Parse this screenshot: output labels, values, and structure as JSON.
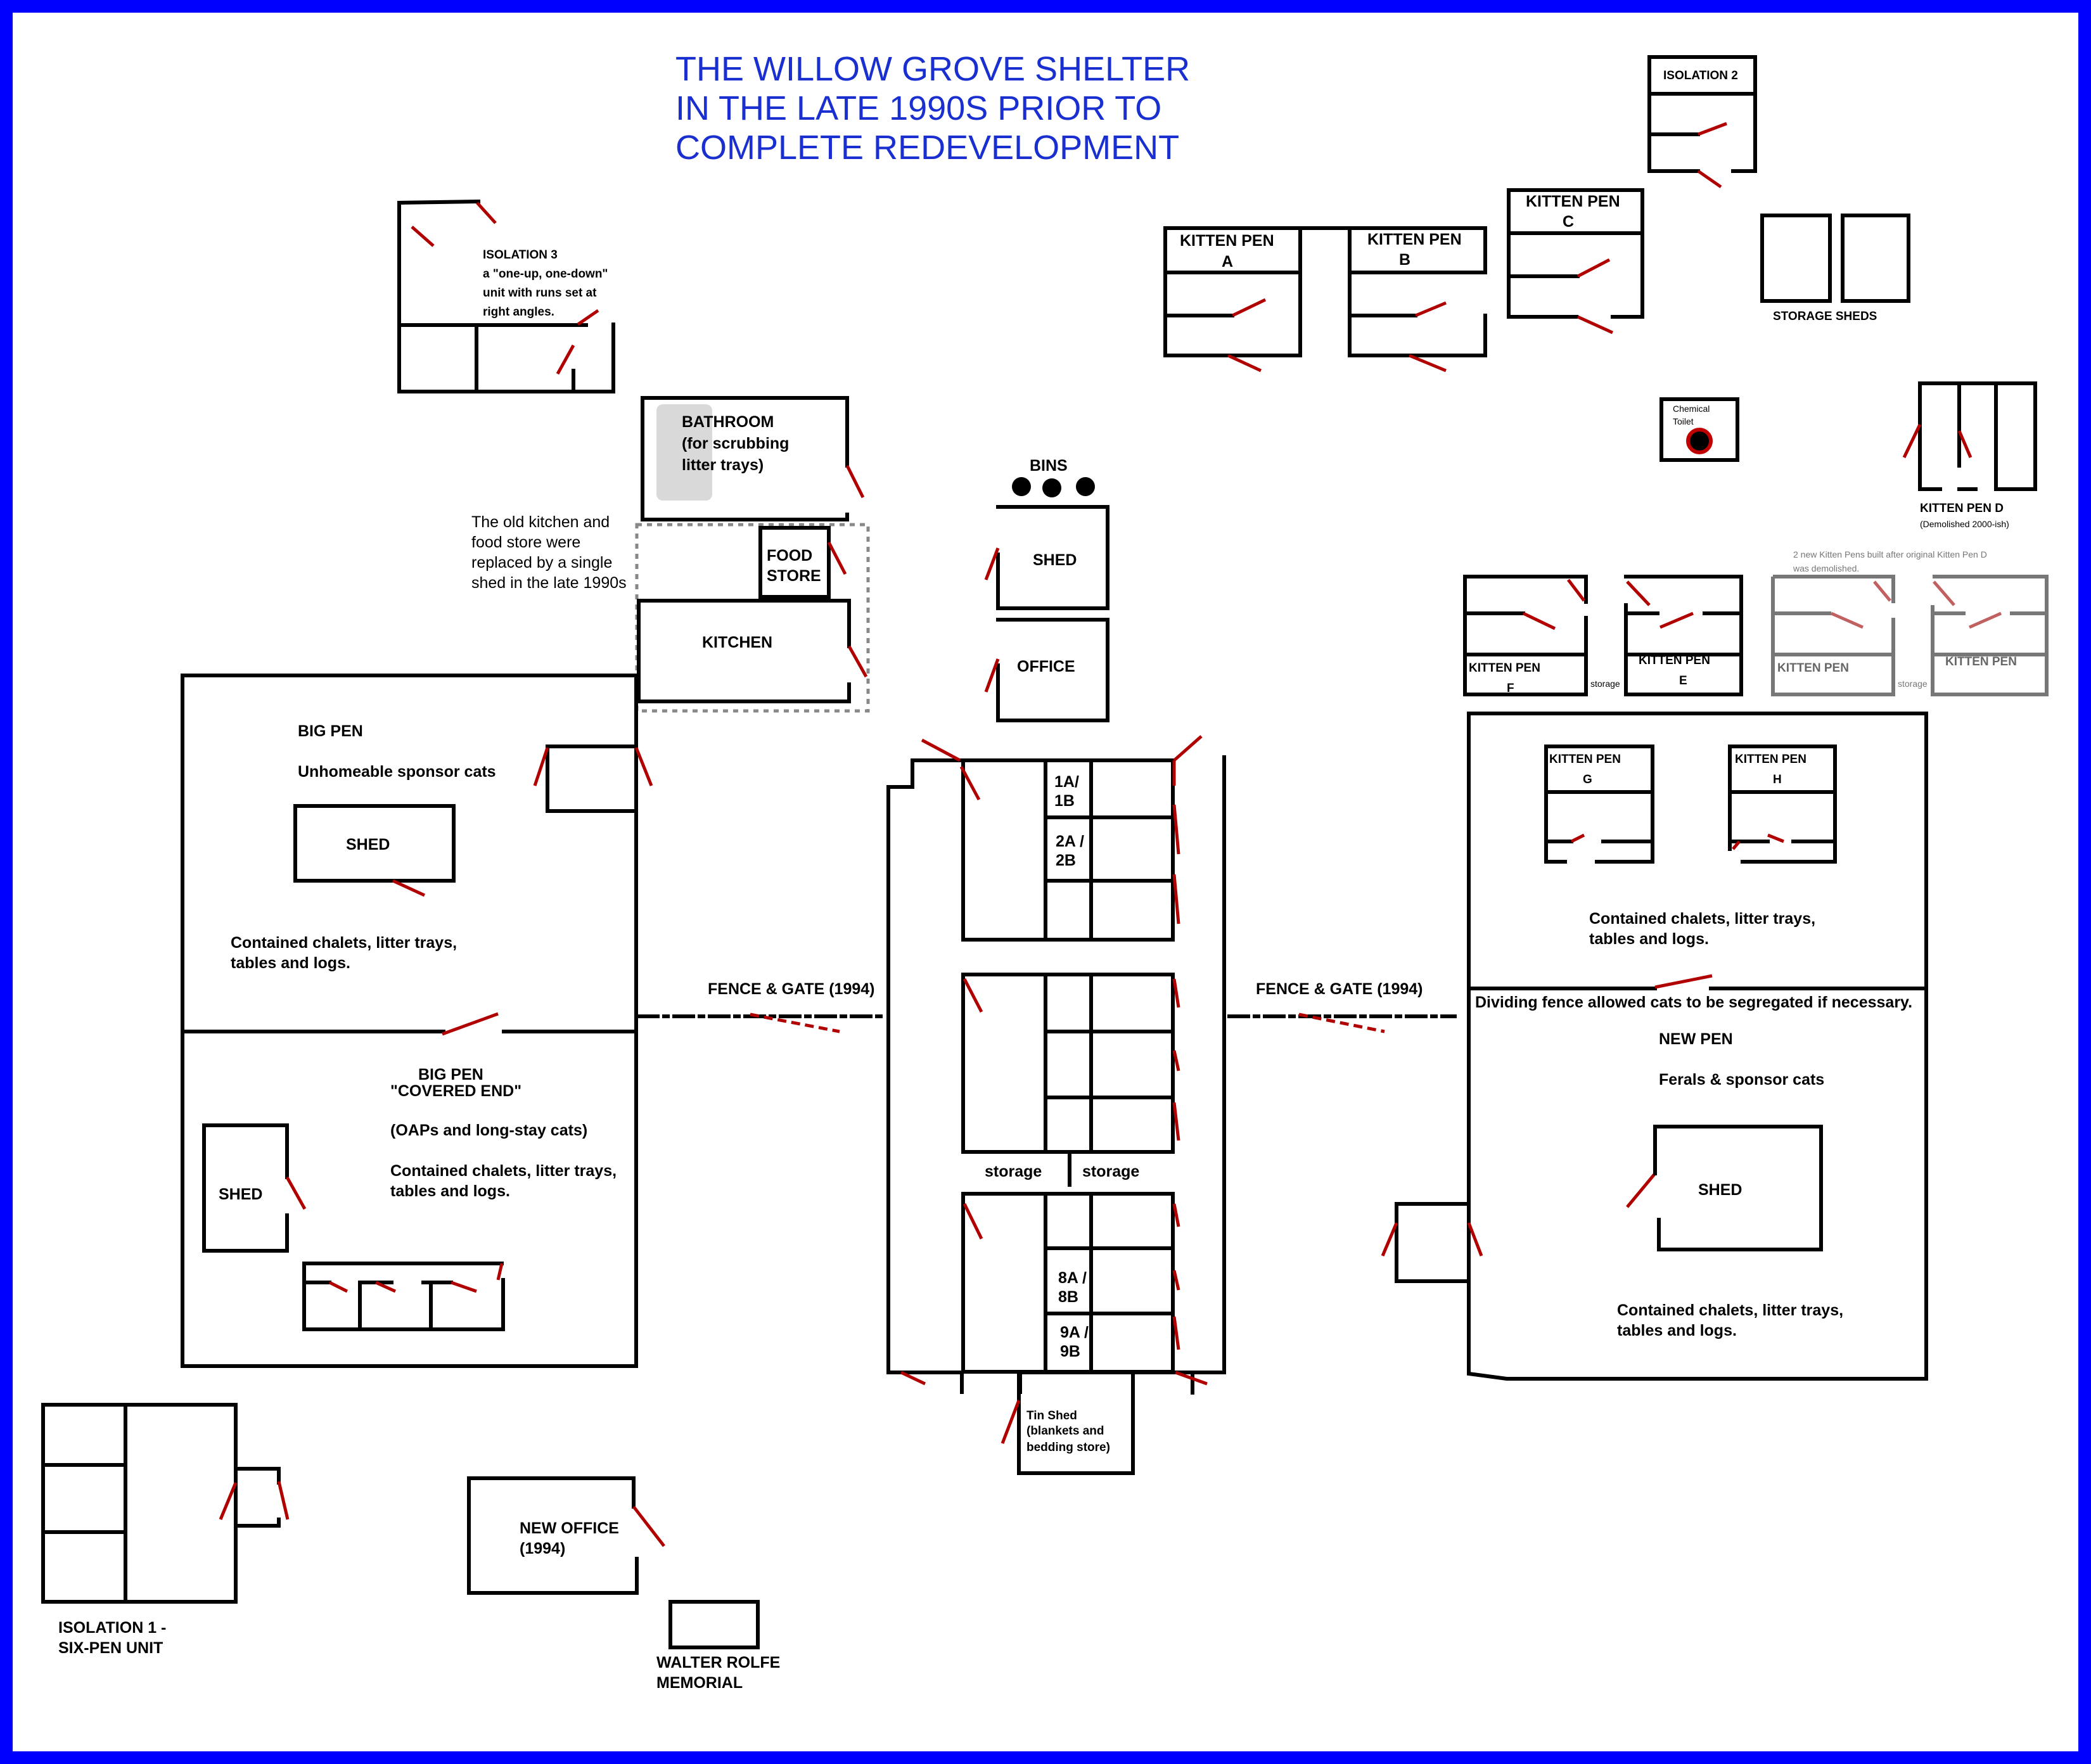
{
  "title": [
    "THE WILLOW GROVE SHELTER",
    "IN THE LATE 1990S PRIOR TO",
    "COMPLETE REDEVELOPMENT"
  ],
  "isolation1": [
    "ISOLATION 1 -",
    "SIX-PEN UNIT"
  ],
  "isolation2": "ISOLATION 2",
  "isolation3": [
    "ISOLATION 3",
    "a \"one-up, one-down\"",
    "unit with runs set at",
    "right angles."
  ],
  "kitten_pens": {
    "a": [
      "KITTEN PEN",
      "A"
    ],
    "b": [
      "KITTEN PEN",
      "B"
    ],
    "c": [
      "KITTEN PEN",
      "C"
    ],
    "d": [
      "KITTEN PEN D",
      "(Demolished 2000-ish)"
    ],
    "d_note": [
      "2 new Kitten Pens built after original Kitten Pen D",
      "was demolished."
    ],
    "e": [
      "KITTEN PEN",
      "E"
    ],
    "f": [
      "KITTEN PEN",
      "F"
    ],
    "g": [
      "KITTEN PEN",
      "G"
    ],
    "h": [
      "KITTEN PEN",
      "H"
    ],
    "new1": "KITTEN PEN",
    "new2": "KITTEN PEN",
    "storage": "storage"
  },
  "storage_sheds": "STORAGE SHEDS",
  "chemical_toilet": [
    "Chemical",
    "Toilet"
  ],
  "bathroom": [
    "BATHROOM",
    "(for scrubbing",
    "litter trays)"
  ],
  "kitchen_note": [
    "The old kitchen and",
    "food store were",
    "replaced by a single",
    "shed in the late 1990s"
  ],
  "food_store": [
    "FOOD",
    "STORE"
  ],
  "kitchen": "KITCHEN",
  "bins": "BINS",
  "shed": "SHED",
  "office": "OFFICE",
  "big_pen": {
    "title": "BIG PEN",
    "subtitle": "Unhomeable sponsor cats",
    "shed": "SHED",
    "contents": [
      "Contained chalets, litter trays,",
      "tables and logs."
    ]
  },
  "covered_end": {
    "title": [
      "BIG PEN",
      "\"COVERED END\""
    ],
    "subtitle": "(OAPs and long-stay cats)",
    "contents": [
      "Contained chalets, litter trays,",
      "tables and logs."
    ],
    "shed": "SHED"
  },
  "fence_gate": "FENCE & GATE (1994)",
  "pens_block": {
    "p1": [
      "1A/",
      "1B"
    ],
    "p2": [
      "2A /",
      "2B"
    ],
    "p8": [
      "8A /",
      "8B"
    ],
    "p9": [
      "9A /",
      "9B"
    ],
    "storage_left": "storage",
    "storage_right": "storage"
  },
  "tin_shed": [
    "Tin Shed",
    "(blankets and",
    "bedding store)"
  ],
  "new_pen": {
    "contents_top": [
      "Contained chalets, litter trays,",
      "tables and logs."
    ],
    "divider_note": "Dividing fence allowed cats to be segregated if necessary.",
    "title": "NEW PEN",
    "subtitle": "Ferals & sponsor cats",
    "shed": "SHED",
    "contents_bottom": [
      "Contained chalets, litter trays,",
      "tables and logs."
    ]
  },
  "new_office": [
    "NEW OFFICE",
    "(1994)"
  ],
  "walter_rolfe": [
    "WALTER ROLFE",
    "MEMORIAL"
  ],
  "colors": {
    "border": "#0000ff",
    "title": "#1a2fcf",
    "door": "#b00000",
    "demolished": "#777777"
  }
}
